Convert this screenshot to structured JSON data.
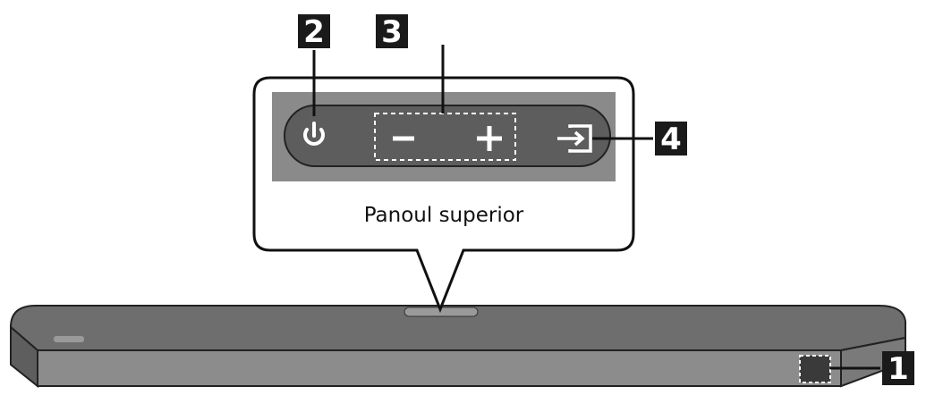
{
  "diagram": {
    "caption": "Panoul superior",
    "callouts": [
      {
        "id": "1",
        "label": "1",
        "target": "remote sensor"
      },
      {
        "id": "2",
        "label": "2",
        "target": "power button"
      },
      {
        "id": "3",
        "label": "3",
        "target": "volume buttons"
      },
      {
        "id": "4",
        "label": "4",
        "target": "source button"
      }
    ],
    "buttons": {
      "power_icon": "power-icon",
      "minus_icon": "minus-icon",
      "plus_icon": "plus-icon",
      "source_icon": "source-input-icon"
    },
    "colors": {
      "badge": "#1a1a1a",
      "panel_bg": "#8a8a8a",
      "button_strip": "#5d5d5d",
      "soundbar_top": "#6e6e6e",
      "soundbar_front": "#8c8c8c"
    }
  }
}
